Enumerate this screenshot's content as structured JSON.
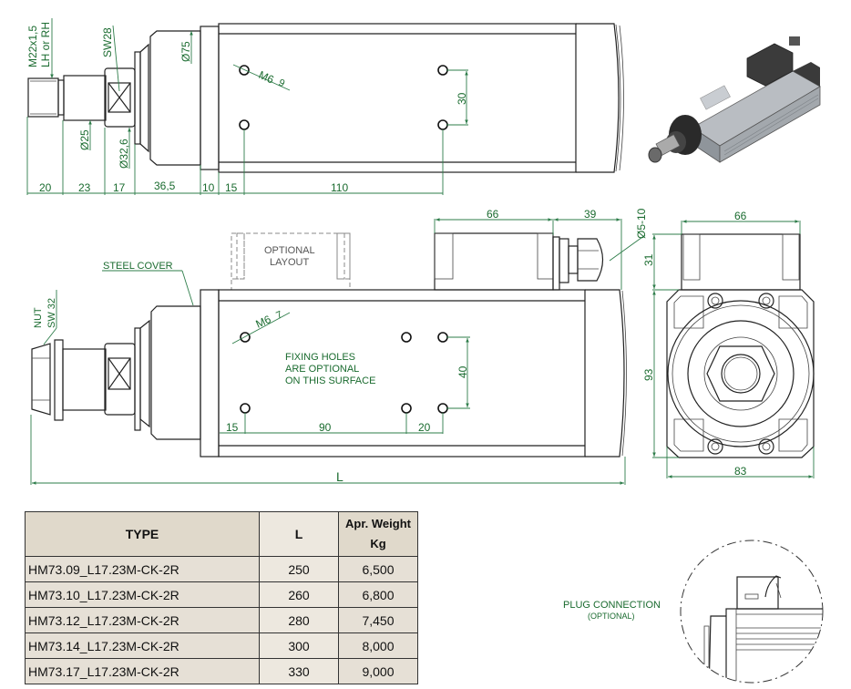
{
  "top_view": {
    "thread_label_1": "M22x1,5",
    "thread_label_2": "LH or RH",
    "wrench_label": "SW28",
    "dia_75": "Ø75",
    "dia_25": "Ø25",
    "dia_32_6": "Ø32,6",
    "hole_label": "M6",
    "hole_depth": "9",
    "dim_30": "30",
    "bottom_dims": [
      "20",
      "23",
      "17",
      "36,5",
      "10",
      "15",
      "110"
    ]
  },
  "side_view": {
    "steel_cover": "STEEL COVER",
    "nut_1": "NUT",
    "nut_2": "SW 32",
    "optional_layout_1": "OPTIONAL",
    "optional_layout_2": "LAYOUT",
    "hole_label": "M6",
    "hole_depth": "7",
    "fixing_1": "FIXING   HOLES",
    "fixing_2": "ARE   OPTIONAL",
    "fixing_3": "ON THIS SURFACE",
    "dim_40": "40",
    "dim_66": "66",
    "dim_39": "39",
    "cable_dia": "Ø5-10",
    "bottom_dims": [
      "15",
      "90",
      "20"
    ],
    "length_label": "L"
  },
  "end_view": {
    "dim_66": "66",
    "dim_31": "31",
    "dim_93": "93",
    "dim_83": "83"
  },
  "plug": {
    "title": "PLUG  CONNECTION",
    "subtitle": "(OPTIONAL)"
  },
  "table": {
    "headers": {
      "type": "TYPE",
      "length": "L",
      "weight_1": "Apr. Weight",
      "weight_2": "Kg"
    },
    "rows": [
      {
        "type": "HM73.09_L17.23M-CK-2R",
        "length": "250",
        "weight": "6,500"
      },
      {
        "type": "HM73.10_L17.23M-CK-2R",
        "length": "260",
        "weight": "6,800"
      },
      {
        "type": "HM73.12_L17.23M-CK-2R",
        "length": "280",
        "weight": "7,450"
      },
      {
        "type": "HM73.14_L17.23M-CK-2R",
        "length": "300",
        "weight": "8,000"
      },
      {
        "type": "HM73.17_L17.23M-CK-2R",
        "length": "330",
        "weight": "9,000"
      }
    ]
  },
  "colors": {
    "dimension": "#2e7d4a",
    "line": "#222222",
    "table_bg": "#e6e0d6"
  }
}
